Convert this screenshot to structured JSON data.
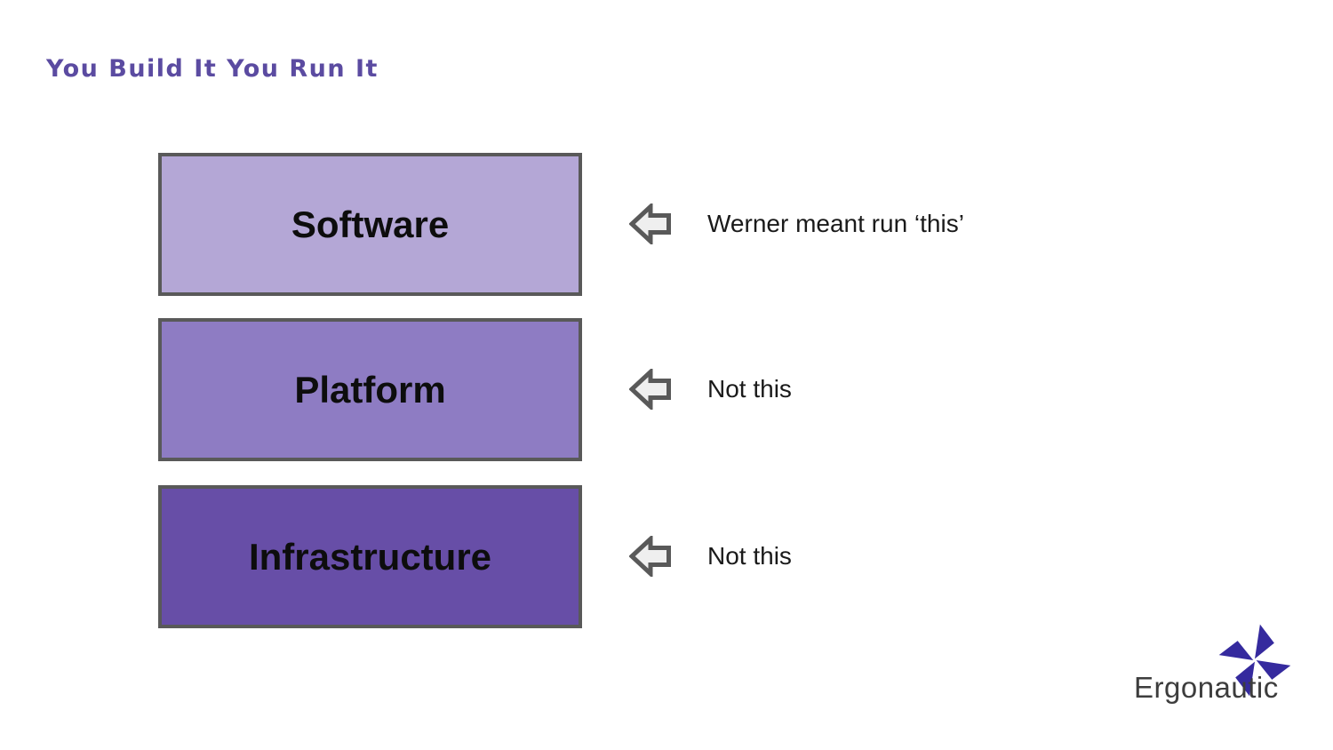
{
  "slide": {
    "title": "You Build It You Run It",
    "title_color": "#5b4ba1",
    "layers": [
      {
        "label": "Software",
        "fill": "#b4a7d6"
      },
      {
        "label": "Platform",
        "fill": "#8e7cc3"
      },
      {
        "label": "Infrastructure",
        "fill": "#674ea7"
      }
    ],
    "box_border_color": "#595959",
    "annotations": [
      {
        "text": "Werner meant run ‘this’"
      },
      {
        "text": "Not this"
      },
      {
        "text": "Not this"
      }
    ],
    "arrow_icon": {
      "name": "left-block-arrow-icon",
      "fill": "#efefef",
      "stroke": "#595959"
    },
    "logo": {
      "text": "Ergonautic",
      "mark_color": "#352a9e",
      "text_color": "#3d3d3d"
    }
  }
}
